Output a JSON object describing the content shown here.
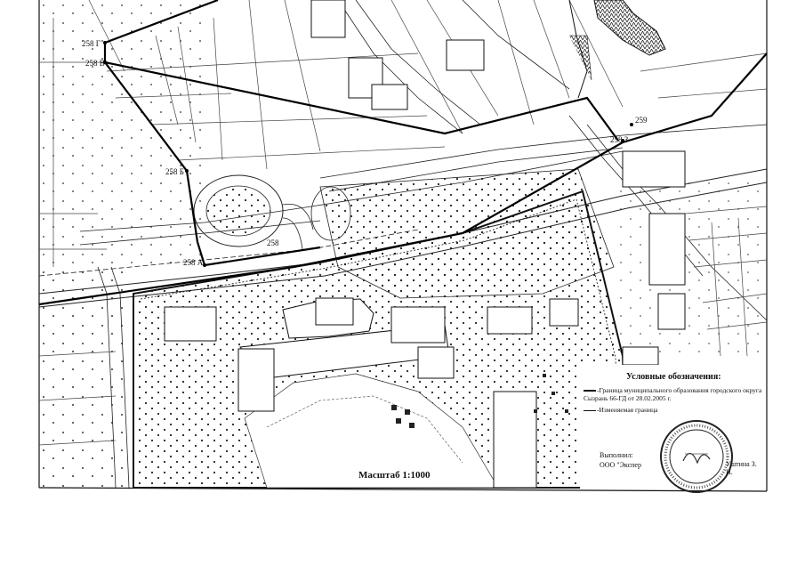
{
  "map": {
    "point_labels": [
      "258 Г",
      "258 В",
      "258 Б",
      "258 А",
      "259",
      "258 З",
      "258"
    ],
    "scale_label": "Масштаб 1:1000"
  },
  "legend": {
    "title": "Условные обозначения:",
    "items": [
      {
        "text": "-Граница муниципального образования городского округа Сызрань 66-ГД от 28.02.2005 г.",
        "line_style": "thick"
      },
      {
        "text": "-Изменяемая граница",
        "line_style": "thin"
      }
    ],
    "executed_label": "Выполнил:",
    "executor_org": "ООО \"Экспер",
    "executor_name": "Уштина З. И."
  },
  "seal": {
    "kind": "round-stamp"
  }
}
